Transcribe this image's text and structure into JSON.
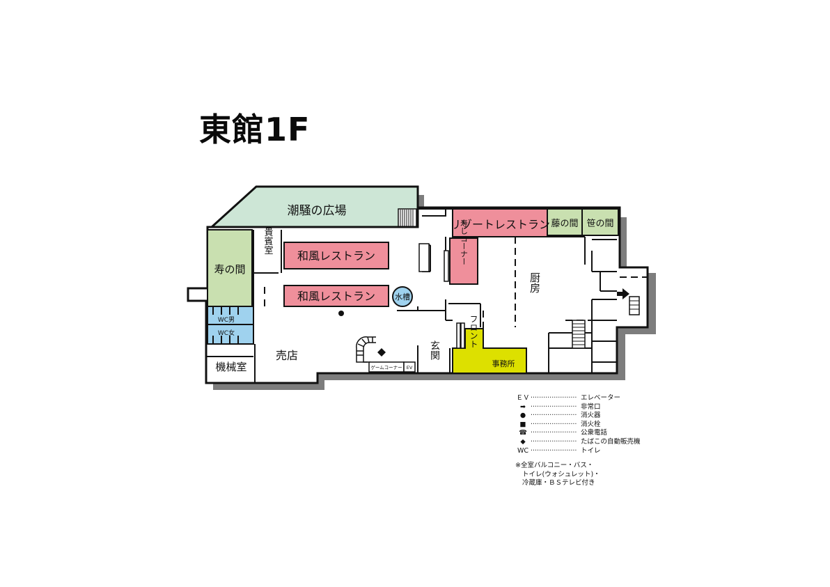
{
  "title": "東館1F",
  "rooms": {
    "plaza": "潮騒の広場",
    "resort_restaurant": "リゾートレストラン",
    "fuji": "藤の間",
    "sasa": "笹の間",
    "kotobuki": "寿の間",
    "vip": "貴賓室",
    "japanese_restaurant_1": "和風レストラン",
    "japanese_restaurant_2": "和風レストラン",
    "water_tank": "水槽",
    "sushi_corner": "寿しコーナー",
    "kitchen": "厨房",
    "wc_men": "WC男",
    "wc_women": "WC女",
    "shop": "売店",
    "machine_room": "機械室",
    "game_corner": "ゲームコーナー",
    "ev": "EV",
    "entrance": "玄関",
    "front": "フロント",
    "office": "事務所"
  },
  "legend": [
    {
      "symbol": "ＥＶ",
      "icon": "text",
      "dots": "······················",
      "label": "エレベーター"
    },
    {
      "symbol": "➡",
      "icon": "arrow-icon",
      "dots": "······················",
      "label": "非常口"
    },
    {
      "symbol": "●",
      "icon": "circle-icon",
      "dots": "······················",
      "label": "消火器"
    },
    {
      "symbol": "■",
      "icon": "square-icon",
      "dots": "······················",
      "label": "消火栓"
    },
    {
      "symbol": "☎",
      "icon": "phone-icon",
      "dots": "······················",
      "label": "公衆電話"
    },
    {
      "symbol": "◆",
      "icon": "diamond-icon",
      "dots": "······················",
      "label": "たばこの自動販売機"
    },
    {
      "symbol": "WC",
      "icon": "text",
      "dots": "······················",
      "label": "トイレ"
    }
  ],
  "note": [
    "※全室バルコニー・バス・",
    "トイレ(ウォシュレット)・",
    "冷蔵庫・ＢＳテレビ付き"
  ],
  "colors": {
    "green": "#c9e0b0",
    "plaza": "#cde6d6",
    "pink": "#ef8f9b",
    "blue": "#9fd2ee",
    "yellow": "#dde000",
    "wall": "#111111",
    "shadow": "#7a7a7a"
  }
}
